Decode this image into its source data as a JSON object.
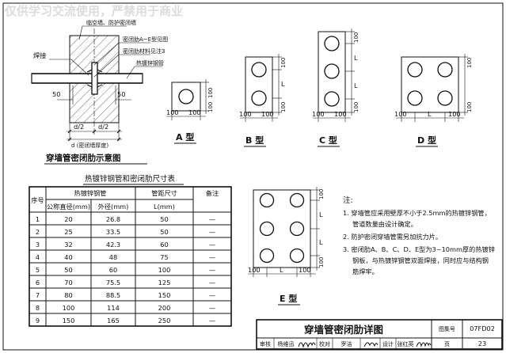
{
  "schematic": {
    "callouts": {
      "top": "临空墙、防护密闭墙",
      "rib": "密闭肋A~E型见图",
      "rib_material": "密闭肋材料见注3",
      "pipe": "热镀锌钢管",
      "weld": "焊接"
    },
    "dim_50": "50",
    "dim_half": "d/2",
    "dim_full": "d (密闭墙厚度)",
    "title": "穿墙管密闭肋示意图"
  },
  "types": {
    "A": {
      "label": "A 型",
      "dims": [
        "100",
        "100",
        "100",
        "100"
      ]
    },
    "B": {
      "label": "B 型",
      "dims": [
        "100",
        "100",
        "100",
        "100",
        "L"
      ]
    },
    "C": {
      "label": "C 型",
      "dims": [
        "100",
        "100",
        "100",
        "100",
        "L",
        "L"
      ]
    },
    "D": {
      "label": "D 型",
      "dims": [
        "100",
        "100",
        "100",
        "100",
        "L"
      ]
    },
    "E": {
      "label": "E 型",
      "dims": [
        "100",
        "100",
        "100",
        "100",
        "L",
        "L",
        "L"
      ]
    }
  },
  "table": {
    "title": "热镀锌钢管和密闭肋尺寸表",
    "headers": {
      "seq": "序号",
      "pipe_group": "热镀锌钢管",
      "nominal": "公称直径(mm)",
      "outer": "外径(mm)",
      "size_group": "管距尺寸",
      "size": "L(mm)",
      "remark": "备注"
    },
    "rows": [
      [
        "1",
        "20",
        "26.8",
        "50",
        "—"
      ],
      [
        "2",
        "25",
        "33.5",
        "50",
        "—"
      ],
      [
        "3",
        "32",
        "42.3",
        "60",
        "—"
      ],
      [
        "4",
        "40",
        "48",
        "75",
        "—"
      ],
      [
        "5",
        "50",
        "60",
        "100",
        "—"
      ],
      [
        "6",
        "70",
        "75.5",
        "125",
        "—"
      ],
      [
        "7",
        "80",
        "88.5",
        "150",
        "—"
      ],
      [
        "8",
        "100",
        "114",
        "200",
        "—"
      ],
      [
        "9",
        "150",
        "165",
        "250",
        "—"
      ]
    ]
  },
  "notes": {
    "heading": "注:",
    "lines": [
      "1. 穿墙管应采用壁厚不小于2.5mm的热镀锌钢管，",
      "管道数量由设计确定。",
      "2. 防护密闭穿墙管需另加抗力片。",
      "3. 密闭肋A、B、C、D、E型为3~10mm厚的热镀锌",
      "钢板，与热镀锌钢管双面焊接，同时应与结构钢",
      "筋焊牢。"
    ]
  },
  "title_block": {
    "title": "穿墙管密闭肋详图",
    "atlas_label": "图集号",
    "atlas_no": "07FD02",
    "review": "审核",
    "reviewer": "杨维迅",
    "check": "校对",
    "checker": "罗洁",
    "design": "设计",
    "designer": "张红英",
    "page_label": "页",
    "page_no": "23"
  },
  "watermark": "仅供学习交流使用，严禁用于商业"
}
